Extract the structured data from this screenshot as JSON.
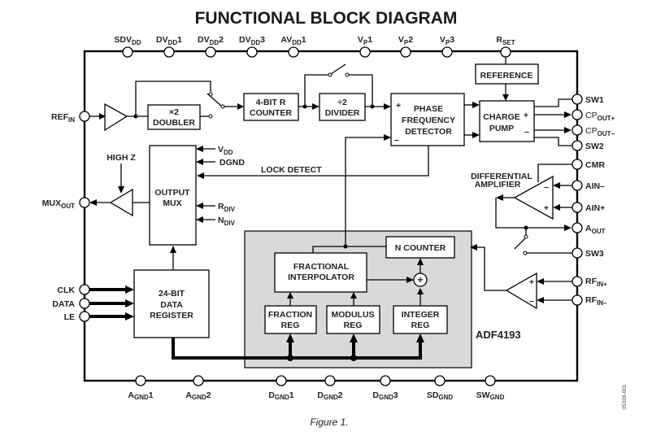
{
  "title": "FUNCTIONAL BLOCK DIAGRAM",
  "caption": "Figure 1.",
  "part_number": "ADF4193",
  "document_id": "05328-001",
  "colors": {
    "line": "#000000",
    "background": "#ffffff",
    "shaded_region": "#d9d9d9"
  },
  "top_pins": [
    {
      "base": "SDV",
      "sub": "DD",
      "suffix": ""
    },
    {
      "base": "DV",
      "sub": "DD",
      "suffix": "1"
    },
    {
      "base": "DV",
      "sub": "DD",
      "suffix": "2"
    },
    {
      "base": "DV",
      "sub": "DD",
      "suffix": "3"
    },
    {
      "base": "AV",
      "sub": "DD",
      "suffix": "1"
    },
    {
      "base": "V",
      "sub": "P",
      "suffix": "1"
    },
    {
      "base": "V",
      "sub": "P",
      "suffix": "2"
    },
    {
      "base": "V",
      "sub": "P",
      "suffix": "3"
    },
    {
      "base": "R",
      "sub": "SET",
      "suffix": ""
    }
  ],
  "bottom_pins": [
    {
      "base": "A",
      "sub": "GND",
      "suffix": "1"
    },
    {
      "base": "A",
      "sub": "GND",
      "suffix": "2"
    },
    {
      "base": "D",
      "sub": "GND",
      "suffix": "1"
    },
    {
      "base": "D",
      "sub": "GND",
      "suffix": "2"
    },
    {
      "base": "D",
      "sub": "GND",
      "suffix": "3"
    },
    {
      "base": "SD",
      "sub": "GND",
      "suffix": ""
    },
    {
      "base": "SW",
      "sub": "GND",
      "suffix": ""
    }
  ],
  "left_pins": {
    "refin": {
      "base": "REF",
      "sub": "IN"
    },
    "muxout": {
      "base": "MUX",
      "sub": "OUT"
    },
    "clk": "CLK",
    "data": "DATA",
    "le": "LE"
  },
  "right_pins": {
    "sw1": "SW1",
    "cpout_plus": {
      "base": "CP",
      "sub": "OUT+"
    },
    "cpout_minus": {
      "base": "CP",
      "sub": "OUT–"
    },
    "sw2": "SW2",
    "cmr": "CMR",
    "ain_minus": "AIN–",
    "ain_plus": "AIN+",
    "aout": {
      "base": "A",
      "sub": "OUT"
    },
    "sw3": "SW3",
    "rfin_plus": {
      "base": "RF",
      "sub": "IN+"
    },
    "rfin_minus": {
      "base": "RF",
      "sub": "IN–"
    }
  },
  "blocks": {
    "doubler": [
      "×2",
      "DOUBLER"
    ],
    "r_counter": [
      "4-BIT R",
      "COUNTER"
    ],
    "divider": [
      "÷2",
      "DIVIDER"
    ],
    "pfd": [
      "PHASE",
      "FREQUENCY",
      "DETECTOR"
    ],
    "reference": "REFERENCE",
    "charge_pump": [
      "CHARGE",
      "PUMP"
    ],
    "output_mux": [
      "OUTPUT",
      "MUX"
    ],
    "data_register": [
      "24-BIT",
      "DATA",
      "REGISTER"
    ],
    "fractional_interpolator": [
      "FRACTIONAL",
      "INTERPOLATOR"
    ],
    "n_counter": "N COUNTER",
    "fraction_reg": [
      "FRACTION",
      "REG"
    ],
    "modulus_reg": [
      "MODULUS",
      "REG"
    ],
    "integer_reg": [
      "INTEGER",
      "REG"
    ]
  },
  "mux_inputs": {
    "vdd": {
      "base": "V",
      "sub": "DD"
    },
    "dgnd": "DGND",
    "rdiv": {
      "base": "R",
      "sub": "DIV"
    },
    "ndiv": {
      "base": "N",
      "sub": "DIV"
    }
  },
  "labels": {
    "high_z": "HIGH Z",
    "lock_detect": "LOCK DETECT",
    "diff_amp": [
      "DIFFERENTIAL",
      "AMPLIFIER"
    ],
    "plus": "+",
    "minus": "–",
    "summer": "+"
  }
}
